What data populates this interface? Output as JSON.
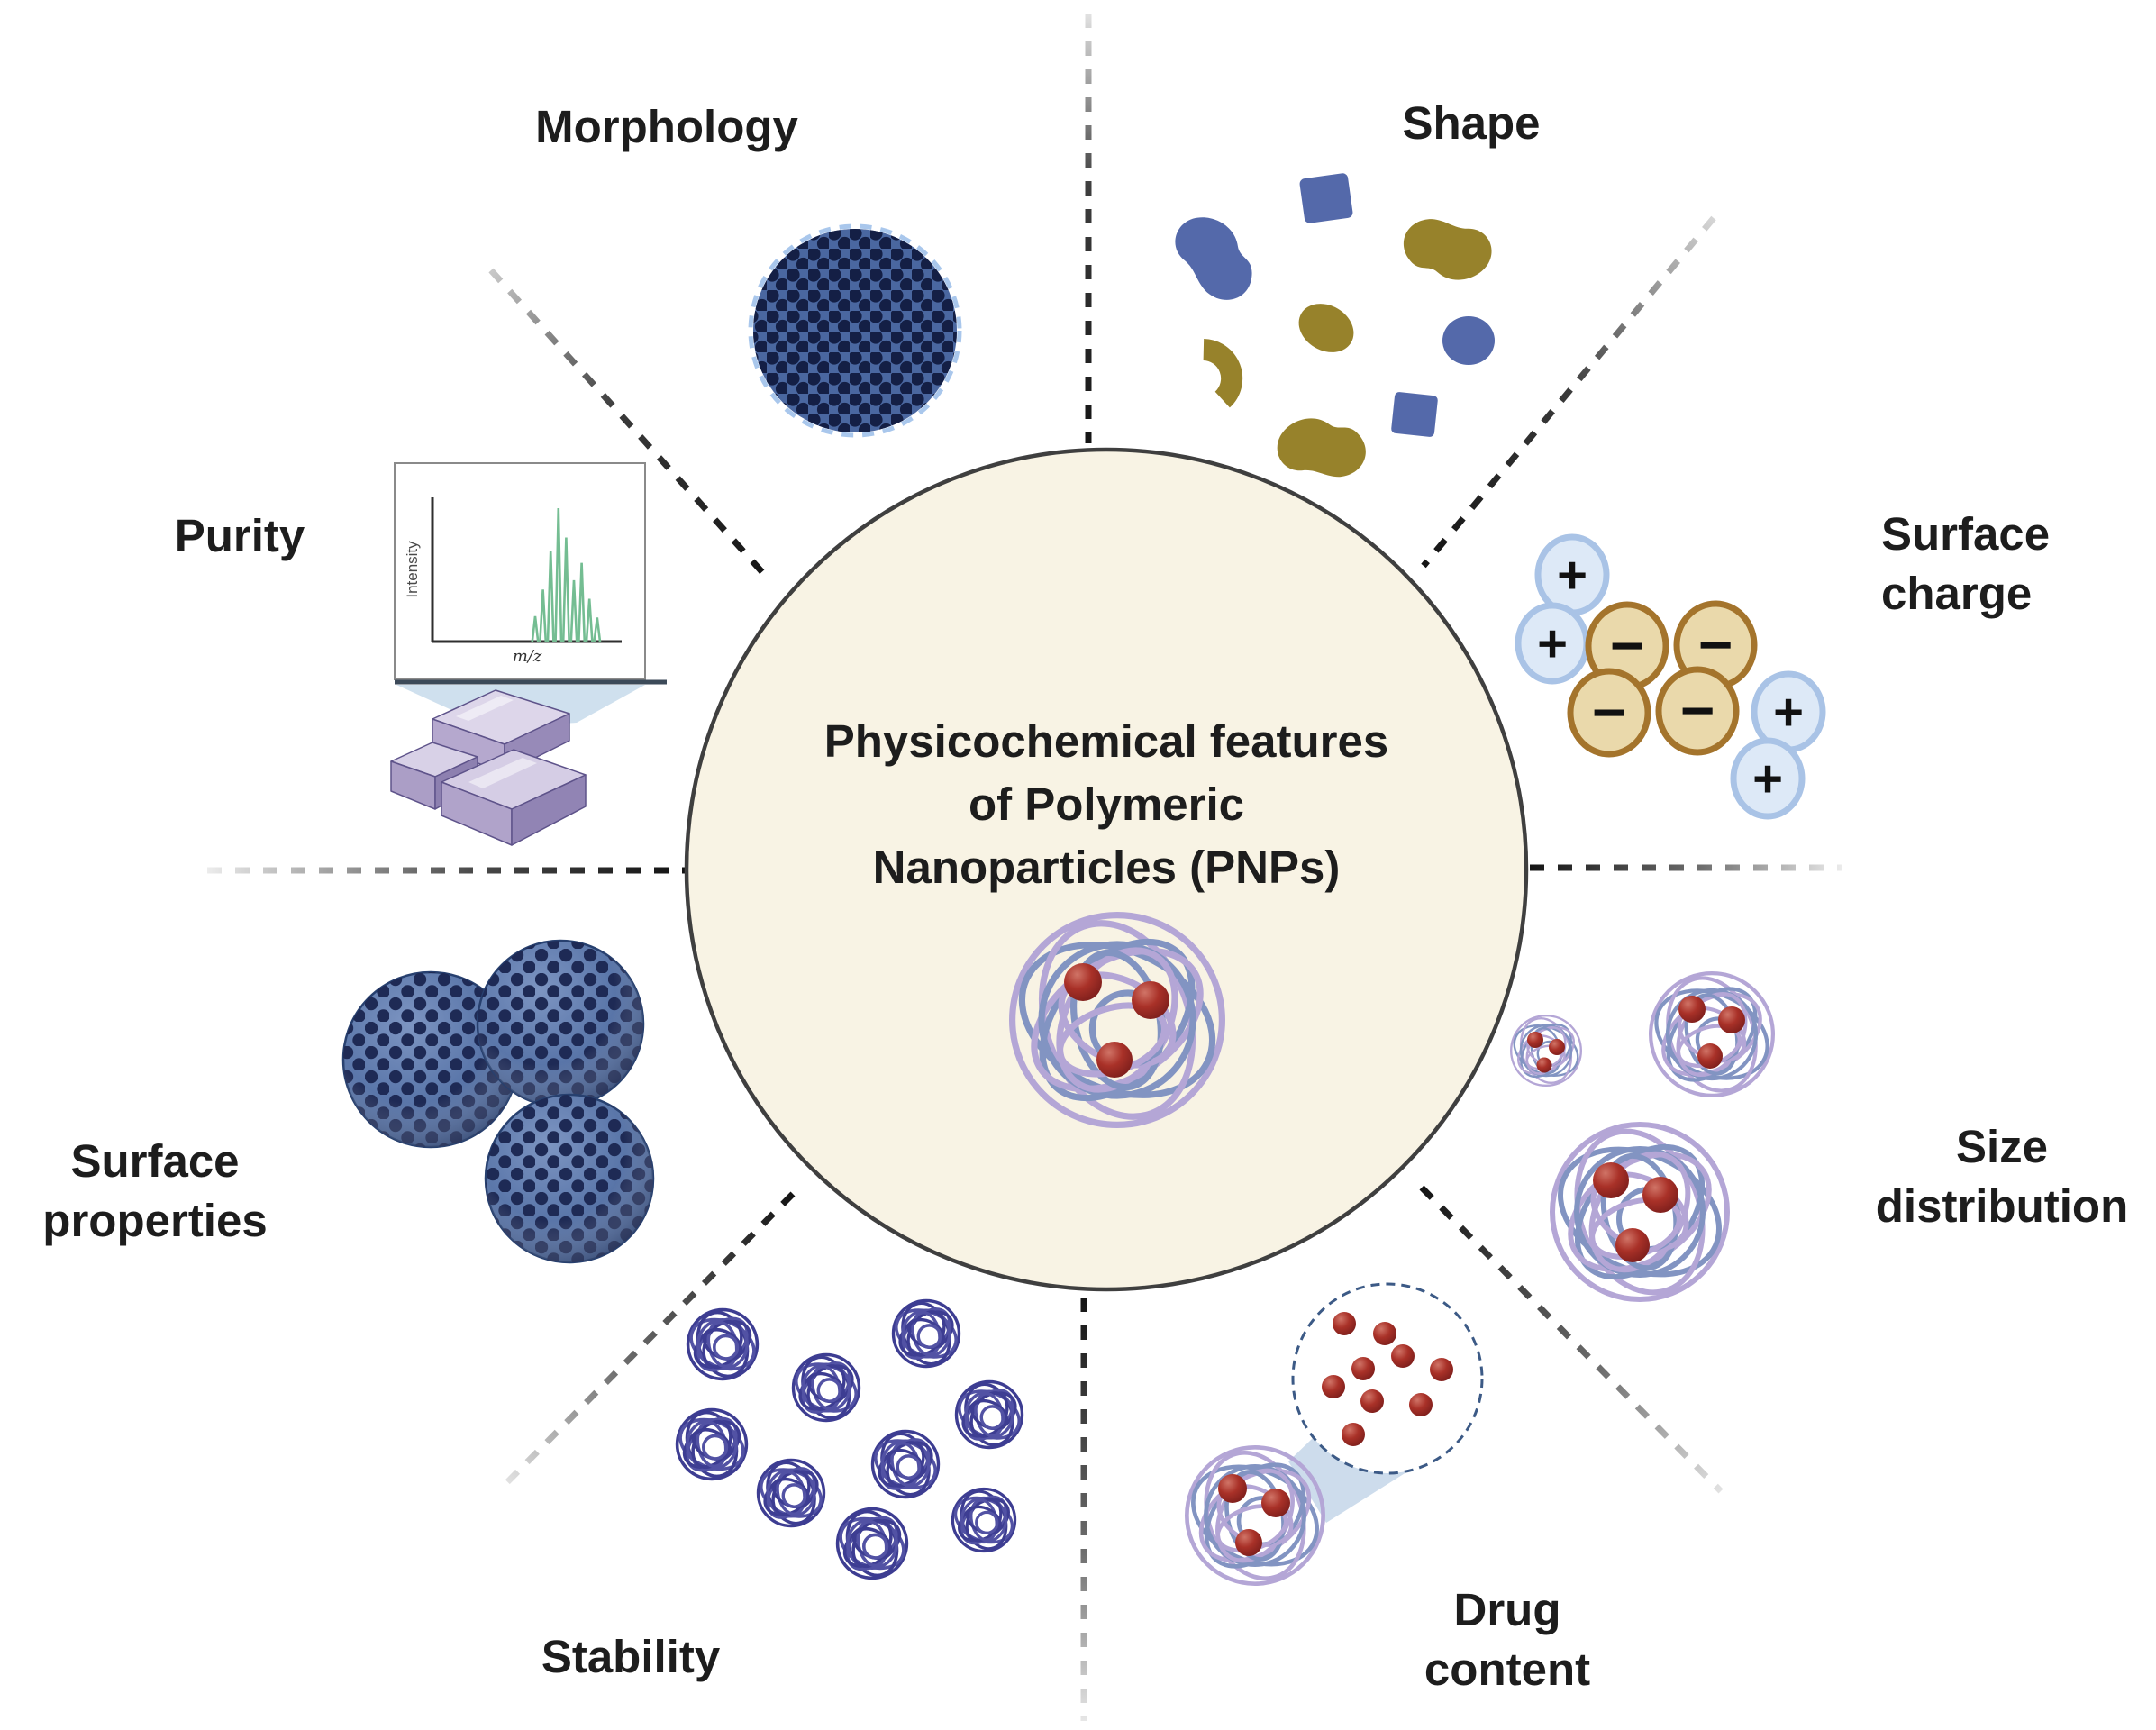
{
  "figure": {
    "type": "radial-feature-diagram",
    "background_color": "#ffffff"
  },
  "center": {
    "line1": "Physicochemical features",
    "line2": "of Polymeric",
    "line3": "Nanoparticles (PNPs)",
    "fill_color": "#f8f3e4",
    "border_color": "#3f3f3f",
    "icon": "polymeric-nanoparticle-icon"
  },
  "sections": {
    "morphology": {
      "label": "Morphology",
      "icon": "dotted-sphere-icon"
    },
    "shape": {
      "label": "Shape",
      "icon": "assorted-shapes-icon"
    },
    "surface_charge": {
      "line1": "Surface",
      "line2": "charge",
      "icon": "charged-particles-icon"
    },
    "size_distribution": {
      "line1": "Size",
      "line2": "distribution",
      "icon": "varied-size-nanoparticles-icon"
    },
    "drug_content": {
      "line1": "Drug",
      "line2": "content",
      "icon": "magnifier-drug-molecules-icon"
    },
    "stability": {
      "label": "Stability",
      "icon": "nanoparticle-cluster-icon"
    },
    "surface_properties": {
      "line1": "Surface",
      "line2": "properties",
      "icon": "textured-spheres-icon"
    },
    "purity": {
      "label": "Purity",
      "icon": "mass-spectrum-ingots-icon"
    }
  },
  "charges": {
    "items": [
      {
        "sign": "+",
        "type": "positive"
      },
      {
        "sign": "+",
        "type": "positive"
      },
      {
        "sign": "−",
        "type": "negative"
      },
      {
        "sign": "−",
        "type": "negative"
      },
      {
        "sign": "+",
        "type": "positive"
      },
      {
        "sign": "−",
        "type": "negative"
      },
      {
        "sign": "−",
        "type": "negative"
      },
      {
        "sign": "+",
        "type": "positive"
      }
    ],
    "positive_fill": "#dde9f7",
    "positive_border": "#a9c3e6",
    "negative_fill": "#ead9ab",
    "negative_border": "#a4742c"
  },
  "chart_data": {
    "type": "line",
    "title": "mass spectrum inset",
    "xlabel": "m/z",
    "ylabel": "Intensity",
    "peaks_relative_intensity": [
      0.19,
      0.39,
      0.68,
      1.0,
      0.78,
      0.46,
      0.59,
      0.32,
      0.18
    ],
    "peak_color": "#74bd92",
    "grid": false,
    "axes_numeric_ticks": false
  },
  "colors": {
    "cream_circle": "#f8f3e4",
    "blue_shape": "#5469aa",
    "olive_shape": "#97822b",
    "sphere_blue": "#5a76a9",
    "dot_navy": "#1e2a55",
    "mesh_lavender": "#b4a6d6",
    "mesh_steel": "#8294c2",
    "mesh_indigo": "#3d3d92",
    "drug_red": "#a93128",
    "ingot_lavender": "#b3a6cc",
    "funnel_blue": "#cfe0ee",
    "dashed_line_dark": "#161616",
    "dashed_line_light": "#dddddd"
  }
}
